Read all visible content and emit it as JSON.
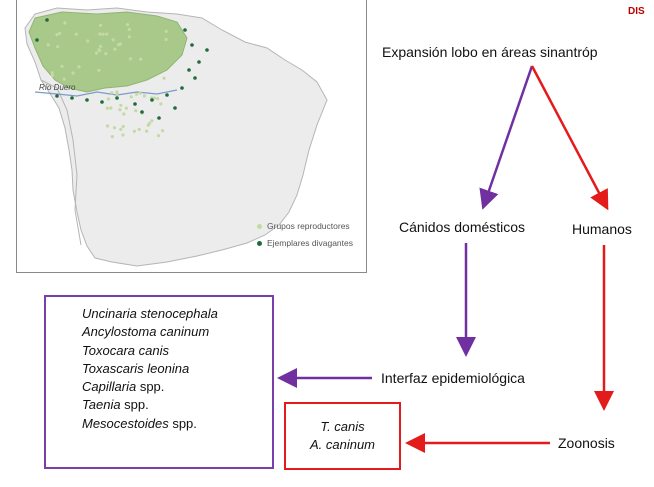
{
  "map": {
    "river_label": "Río Duero",
    "legend": [
      {
        "label": "Grupos reproductores",
        "color": "#c5d9a3"
      },
      {
        "label": "Ejemplares divagantes",
        "color": "#1e6b3c"
      }
    ],
    "colors": {
      "wolf_range": "#a8c98a",
      "land": "#ececec",
      "border": "#b5b5b5",
      "river": "#7a9cc8"
    }
  },
  "section_tag": "DIS",
  "diagram": {
    "top_node": "Expansión lobo en áreas sinantróp",
    "domestic_node": "Cánidos domésticos",
    "humans_node": "Humanos",
    "interface_node": "Interfaz epidemiológica",
    "zoonosis_node": "Zoonosis",
    "colors": {
      "purple": "#7030a0",
      "red": "#e31b1b"
    }
  },
  "parasites": [
    {
      "name": "Uncinaria stenocephala",
      "suffix": ""
    },
    {
      "name": "Ancylostoma caninum",
      "suffix": ""
    },
    {
      "name": "Toxocara canis",
      "suffix": ""
    },
    {
      "name": "Toxascaris leonina",
      "suffix": ""
    },
    {
      "name": "Capillaria",
      "suffix": " spp."
    },
    {
      "name": "Taenia",
      "suffix": " spp."
    },
    {
      "name": "Mesocestoides",
      "suffix": " spp."
    }
  ],
  "zoonotic_species": [
    "T. canis",
    "A. caninum"
  ]
}
